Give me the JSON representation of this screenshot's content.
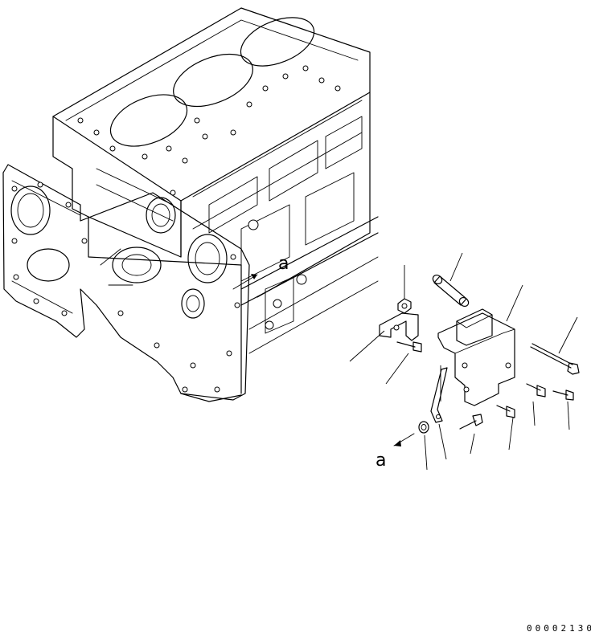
{
  "diagram": {
    "view_marker": "a",
    "view_marker_2": "a",
    "drawing_code": "00002130"
  }
}
